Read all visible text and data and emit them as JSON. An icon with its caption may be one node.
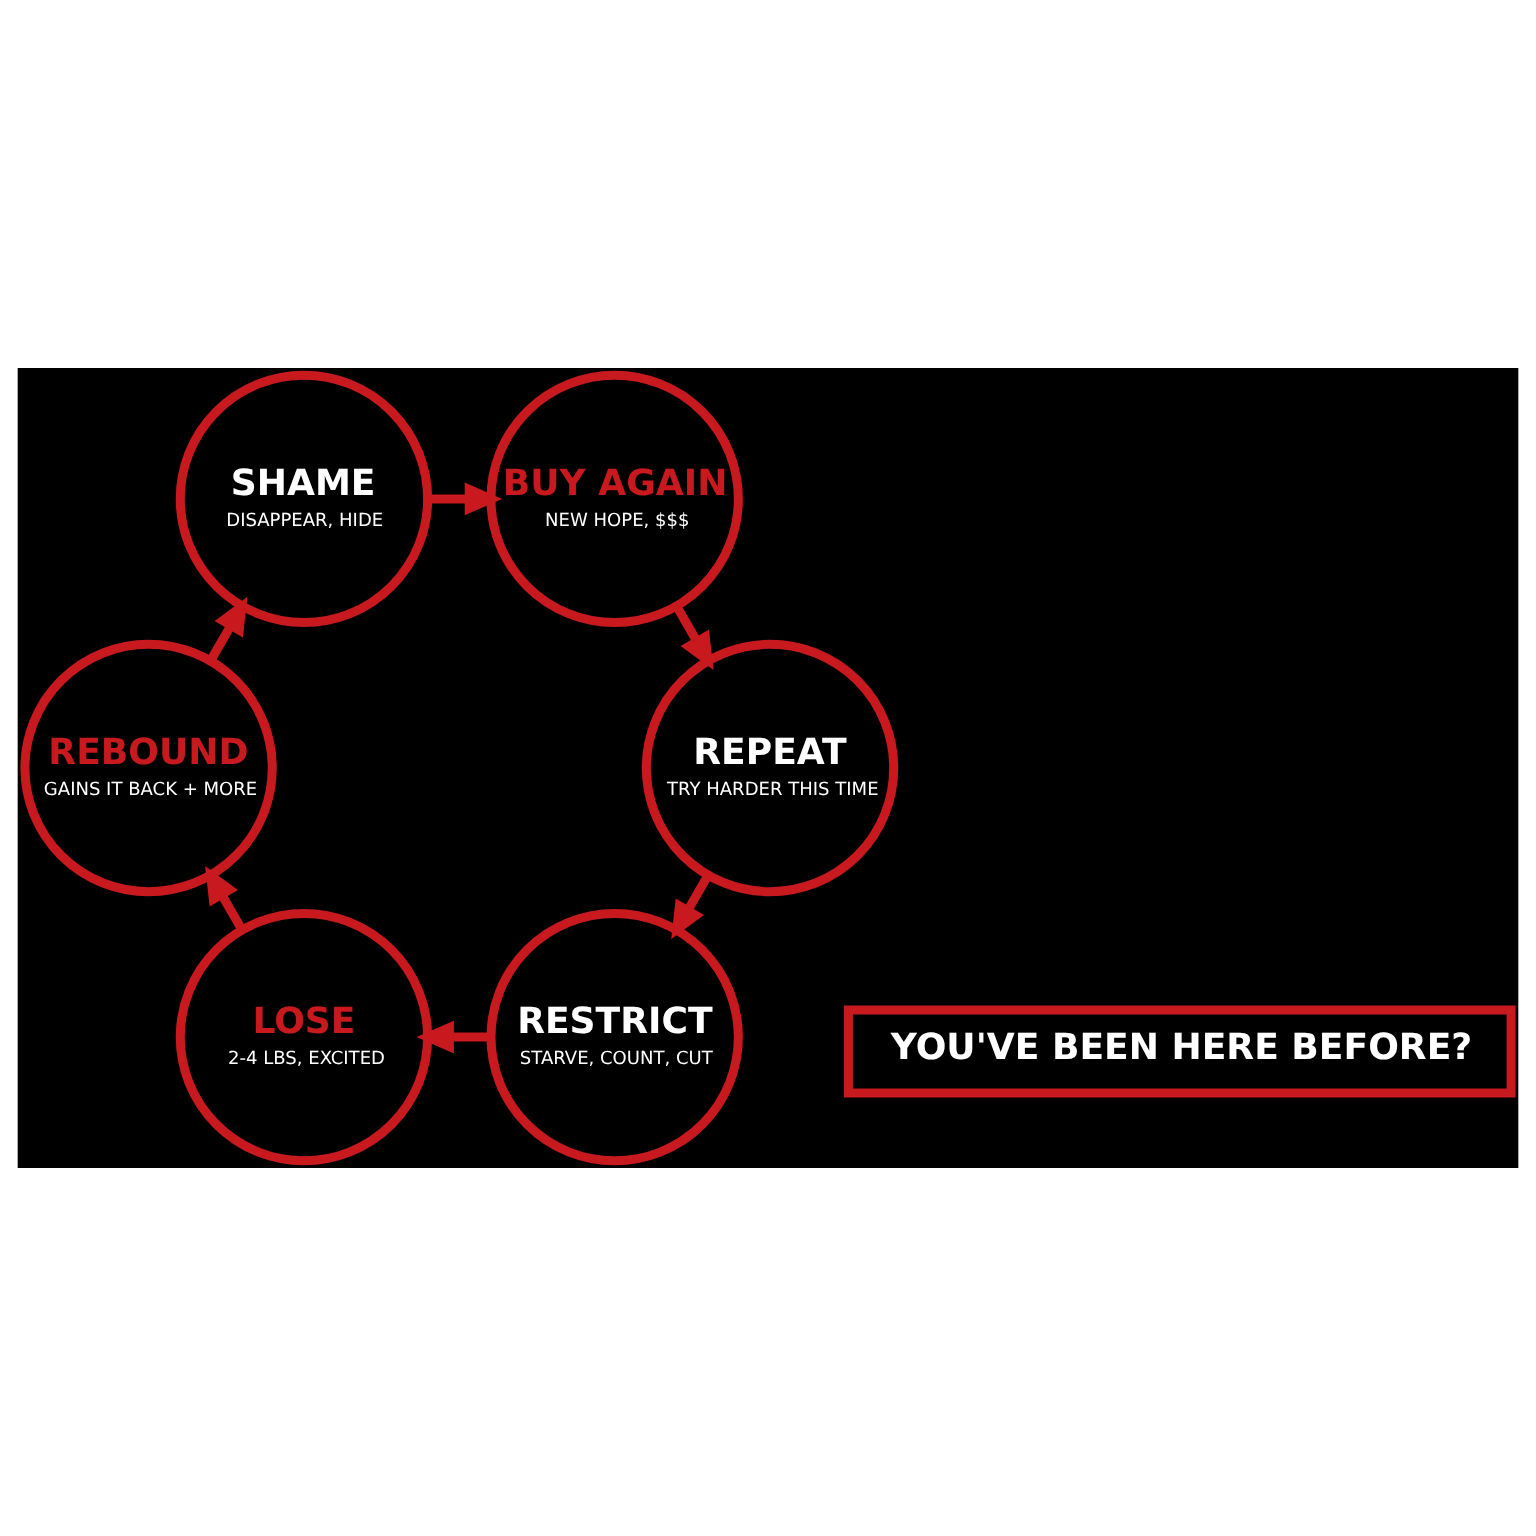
{
  "diagram": {
    "nodes": [
      {
        "text": [
          "RESTRICT",
          "STARVE, COUNT, CUT"
        ]
      },
      {
        "text": [
          "LOSE",
          "2-4 LBS, EXCITED"
        ]
      },
      {
        "text": [
          "REBOUND",
          "GAINS IT BACK + MORE"
        ]
      },
      {
        "text": [
          "SHAME",
          "DISAPPEAR, HIDE"
        ]
      },
      {
        "text": [
          "BUY AGAIN",
          "NEW HOPE, $$$"
        ]
      },
      {
        "text": [
          "REPEAT",
          "TRY HARDER THIS TIME"
        ]
      },
      {
        "text": [
          "YOU'VE BEEN HERE BEFORE?"
        ]
      }
    ],
    "edges": [
      {
        "from": 5,
        "to": 0,
        "arrow": "to"
      },
      {
        "from": 0,
        "to": 1,
        "arrow": "to"
      },
      {
        "from": 1,
        "to": 2,
        "arrow": "to"
      },
      {
        "from": 2,
        "to": 3,
        "arrow": "to"
      },
      {
        "from": 3,
        "to": 4,
        "arrow": "to"
      },
      {
        "from": 4,
        "to": 5,
        "arrow": "to"
      }
    ]
  }
}
